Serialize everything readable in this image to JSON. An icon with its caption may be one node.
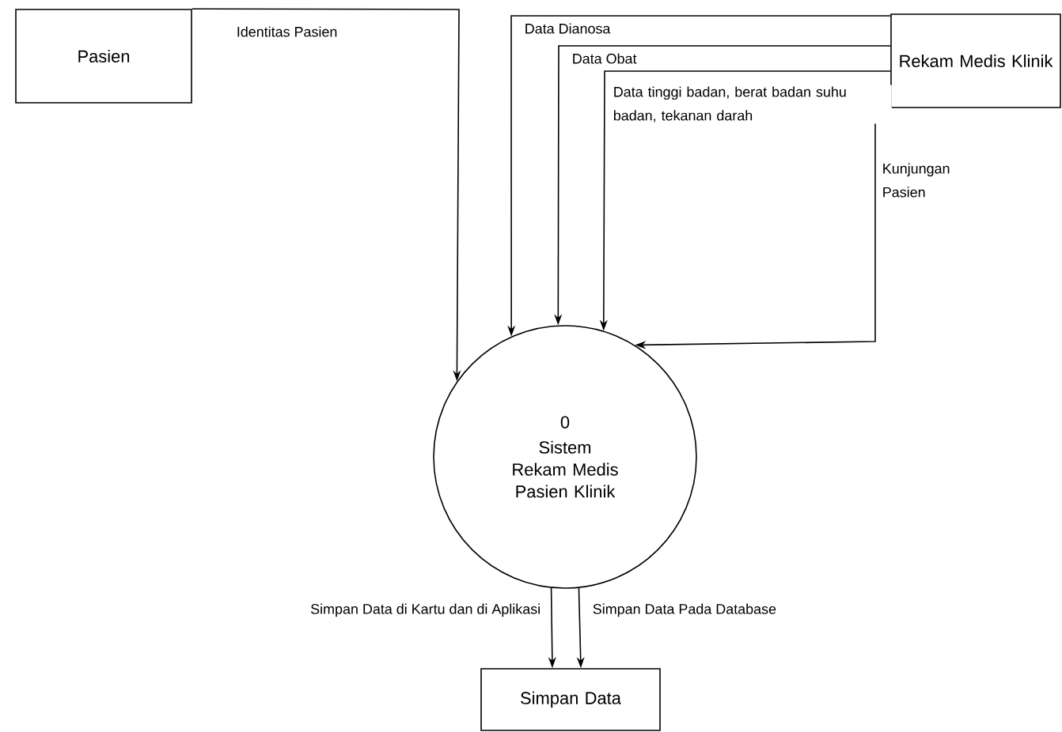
{
  "diagram": {
    "nodes": [
      {
        "text": [
          "Pasien"
        ]
      },
      {
        "text": [
          "Rekam Medis Klinik"
        ]
      },
      {
        "text": [
          "0",
          "Sistem Rekam Medis Pasien Klinik"
        ]
      },
      {
        "text": [
          "Simpan Data"
        ]
      }
    ],
    "edges": [
      {
        "from": 0,
        "to": 2,
        "arrow": "to",
        "label": "Identitas Pasien"
      },
      {
        "from": 1,
        "to": 2,
        "arrow": "to",
        "label": "Data Dianosa"
      },
      {
        "from": 1,
        "to": 2,
        "arrow": "to",
        "label": "Data Obat"
      },
      {
        "from": 1,
        "to": 2,
        "arrow": "to",
        "label": "Data tinggi badan, berat badan suhu badan, tekanan darah"
      },
      {
        "from": 1,
        "to": 2,
        "arrow": "to",
        "label": "Kunjungan Pasien"
      },
      {
        "from": 2,
        "to": 3,
        "arrow": "to",
        "label": "Simpan Data di Kartu dan di Aplikasi"
      },
      {
        "from": 2,
        "to": 3,
        "arrow": "to",
        "label": "Simpan Data Pada Database"
      }
    ]
  }
}
